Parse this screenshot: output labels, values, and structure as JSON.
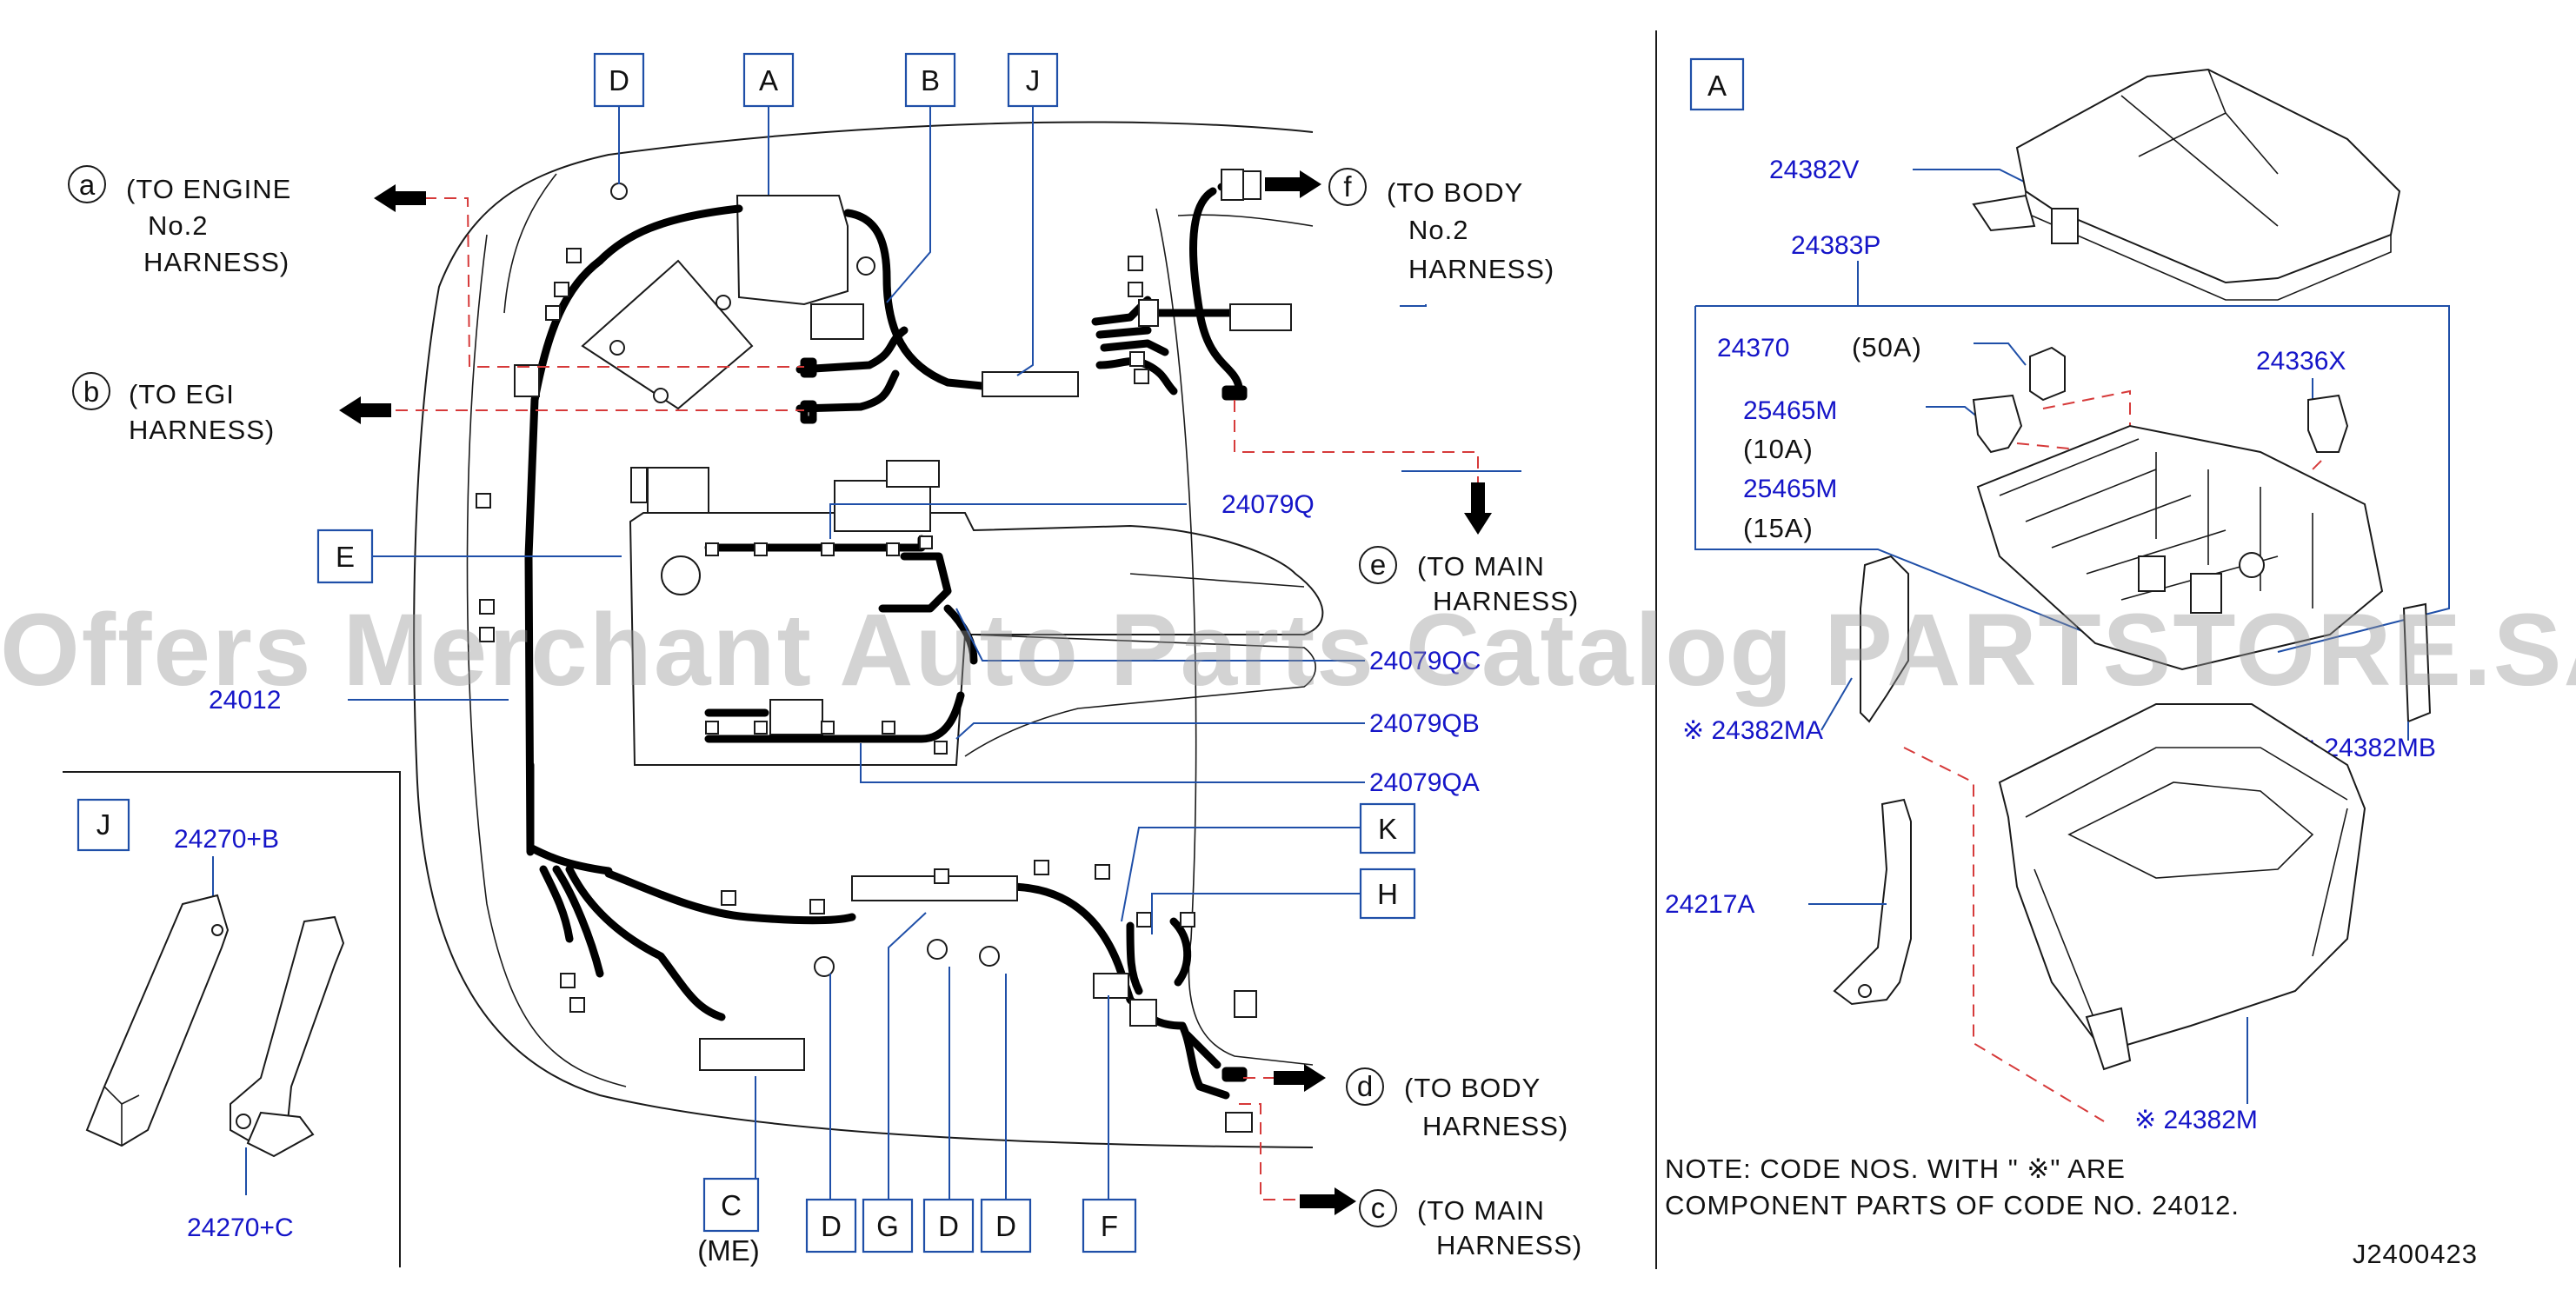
{
  "colors": {
    "line": "#1a1a1a",
    "part_number": "#1515c8",
    "callout_box": "#1f4fa8",
    "dashed": "#d63a3a",
    "harness": "#000000",
    "watermark": "#9a9a9a"
  },
  "watermark": "Offers Merchant Auto Parts Catalog PARTSTORE.SA",
  "diagram_id": "J2400423",
  "note": {
    "line1": "NOTE:  CODE  NOS.  WITH  \" ※\"  ARE",
    "line2": "COMPONENT  PARTS  OF  CODE  NO.  24012."
  },
  "main_callouts": {
    "D_top": "D",
    "A_top": "A",
    "B_top": "B",
    "J_top": "J",
    "E": "E",
    "K": "K",
    "H": "H",
    "C": "C",
    "D1": "D",
    "G": "G",
    "D2": "D",
    "D3": "D",
    "F": "F"
  },
  "me_label": "(ME)",
  "main_part_numbers": {
    "p24079Q": "24079Q",
    "p24079QC": "24079QC",
    "p24079QB": "24079QB",
    "p24079QA": "24079QA",
    "p24012": "24012"
  },
  "connections": {
    "a": {
      "letter": "a",
      "l1": "(TO   ENGINE",
      "l2": "No.2",
      "l3": "HARNESS)"
    },
    "b": {
      "letter": "b",
      "l1": "(TO   EGI",
      "l2": "HARNESS)"
    },
    "f": {
      "letter": "f",
      "l1": "(TO   BODY",
      "l2": "No.2",
      "l3": "HARNESS)"
    },
    "e": {
      "letter": "e",
      "l1": "(TO   MAIN",
      "l2": "HARNESS)"
    },
    "d": {
      "letter": "d",
      "l1": "(TO   BODY",
      "l2": "HARNESS)"
    },
    "c": {
      "letter": "c",
      "l1": "(TO   MAIN",
      "l2": "HARNESS)"
    }
  },
  "inset_j": {
    "label": "J",
    "p_b": "24270+B",
    "p_c": "24270+C"
  },
  "inset_a": {
    "label": "A",
    "p24382V": "24382V",
    "p24383P": "24383P",
    "p24370": "24370",
    "a50": "(50A)",
    "p24336X": "24336X",
    "p25465M_1": "25465M",
    "a10": "(10A)",
    "p25465M_2": "25465M",
    "a15": "(15A)",
    "p24382MA": "※  24382MA",
    "p24382MB": "※  24382MB",
    "p24217A": "24217A",
    "p24382M": "※  24382M"
  }
}
